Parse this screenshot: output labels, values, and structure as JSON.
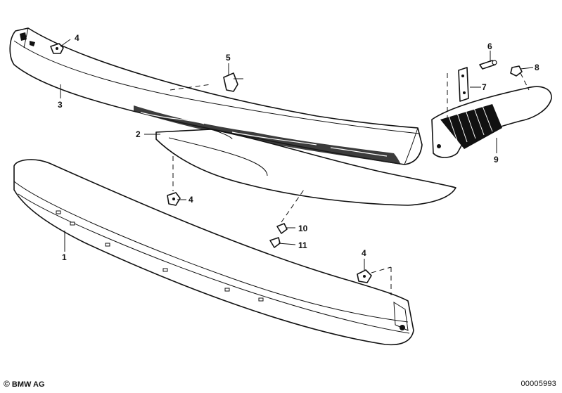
{
  "diagram": {
    "callouts": [
      {
        "id": "c1",
        "text": "1"
      },
      {
        "id": "c2",
        "text": "2"
      },
      {
        "id": "c3",
        "text": "3"
      },
      {
        "id": "c4a",
        "text": "4"
      },
      {
        "id": "c4b",
        "text": "4"
      },
      {
        "id": "c4c",
        "text": "4"
      },
      {
        "id": "c5",
        "text": "5"
      },
      {
        "id": "c6",
        "text": "6"
      },
      {
        "id": "c7",
        "text": "7"
      },
      {
        "id": "c8",
        "text": "8"
      },
      {
        "id": "c9",
        "text": "9"
      },
      {
        "id": "c10",
        "text": "10"
      },
      {
        "id": "c11",
        "text": "11"
      }
    ]
  },
  "footer": {
    "copyright_symbol": "©",
    "brand": "BMW AG",
    "diagram_number": "00005993"
  }
}
